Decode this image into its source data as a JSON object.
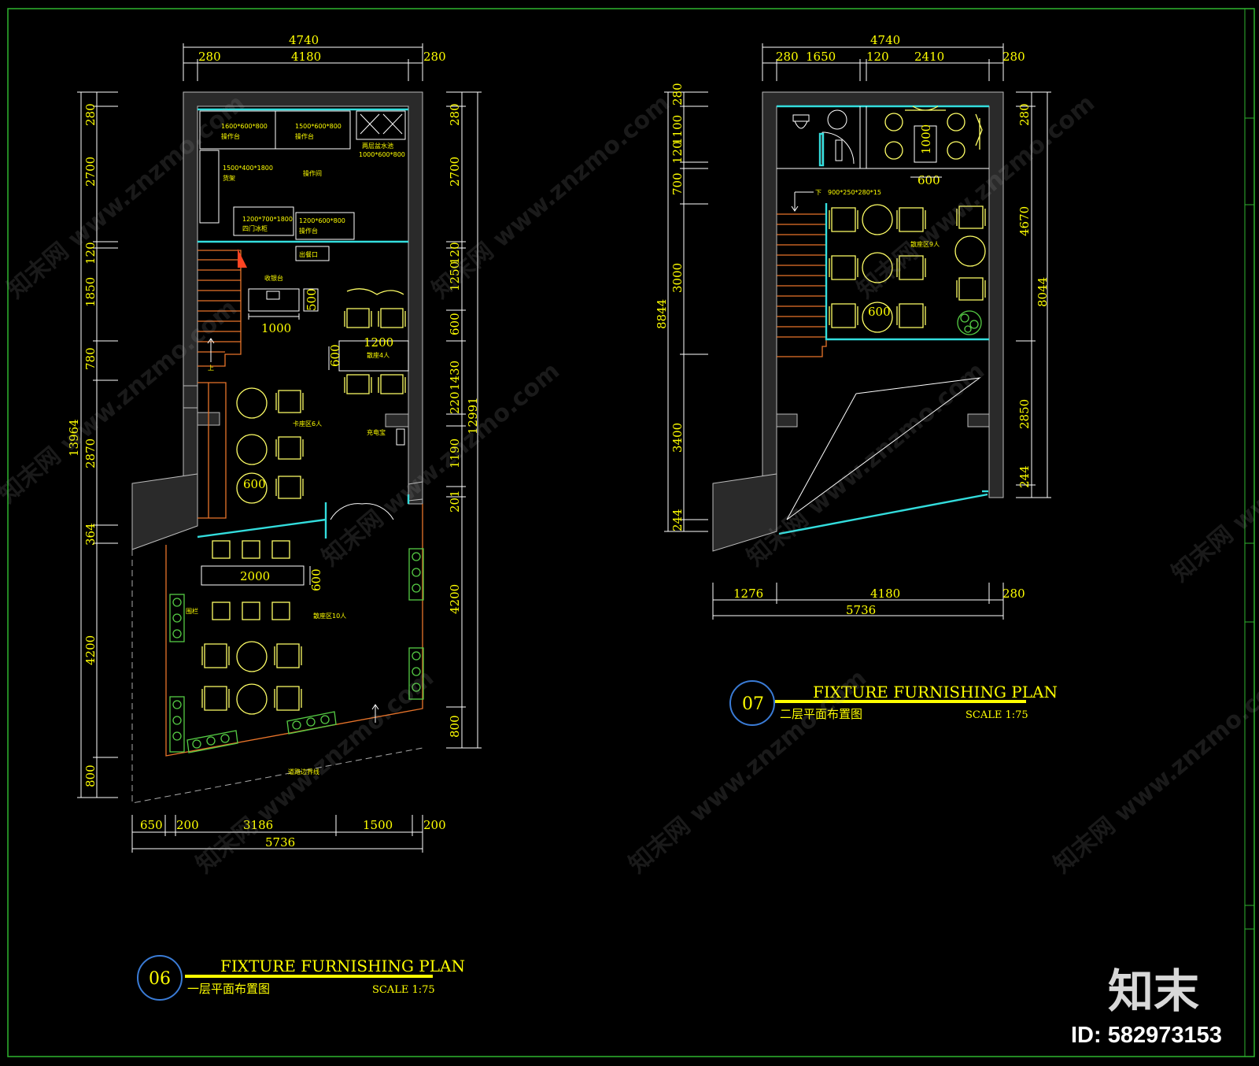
{
  "plans": [
    {
      "number": "06",
      "title": "FIXTURE FURNISHING PLAN",
      "subtitle": "一层平面布置图",
      "scale": "SCALE 1:75",
      "dims_top": [
        "4740",
        "280",
        "4180",
        "280"
      ],
      "dims_left": [
        "280",
        "2700",
        "120",
        "1850",
        "780",
        "13964",
        "2870",
        "364",
        "4200",
        "800"
      ],
      "dims_right": [
        "280",
        "2700",
        "1250",
        "120",
        "600",
        "1430",
        "220",
        "12991",
        "1190",
        "201",
        "4200",
        "800"
      ],
      "dims_bottom": [
        "650",
        "200",
        "3186",
        "1500",
        "200",
        "5736"
      ],
      "labels": {
        "work1": "1600*600*800",
        "work1b": "操作台",
        "work2": "1500*600*800",
        "work2b": "操作台",
        "sink": "两层盆水池",
        "sinkb": "1000*600*800",
        "shelf": "1500*400*1800",
        "shelfb": "货架",
        "opr": "操作间",
        "fridge": "1200*700*1800",
        "fridgeb": "四门冰柜",
        "work3": "1200*600*800",
        "work3b": "操作台",
        "pickup": "出餐口",
        "cashier": "收银台",
        "cashier_w": "1000",
        "cashier_d": "500",
        "table_1200": "1200",
        "table_600": "600",
        "seat4": "散座4人",
        "up": "上",
        "booth": "卡座区6人",
        "charger": "充电宝",
        "round_600": "600",
        "long_2000": "2000",
        "long_600": "600",
        "seat10": "散座区10人",
        "fence": "围栏",
        "lawn": "道路边界线"
      }
    },
    {
      "number": "07",
      "title": "FIXTURE FURNISHING PLAN",
      "subtitle": "二层平面布置图",
      "scale": "SCALE 1:75",
      "dims_top": [
        "4740",
        "280",
        "1650",
        "120",
        "2410",
        "280"
      ],
      "dims_left": [
        "280",
        "1100",
        "120",
        "700",
        "8844",
        "3000",
        "3400",
        "244"
      ],
      "dims_right": [
        "280",
        "4670",
        "8044",
        "2850",
        "244"
      ],
      "dims_bottom": [
        "1276",
        "4180",
        "280",
        "5736"
      ],
      "labels": {
        "table_1000": "1000",
        "table_600": "600",
        "down": "下",
        "stair_spec": "900*250*280*15",
        "seat9": "散座区9人",
        "round_600": "600"
      }
    }
  ],
  "watermark": "知末网 www.znzmo.com",
  "brand": {
    "logo": "知末",
    "id": "ID: 582973153"
  }
}
